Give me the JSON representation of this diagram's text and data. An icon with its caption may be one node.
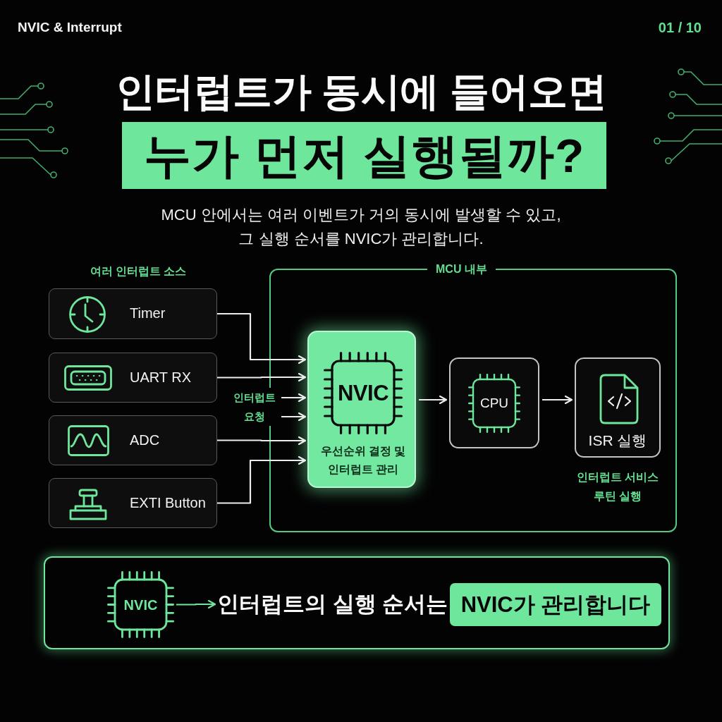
{
  "diagram": {
    "title": "인터럽트가 동시에 들어오면",
    "nodes": [
      {
        "text": [
          "Timer"
        ]
      },
      {
        "text": [
          "UART RX"
        ]
      },
      {
        "text": [
          "인터럽트 요청"
        ]
      },
      {
        "text": [
          "ADC"
        ]
      },
      {
        "text": [
          "EXTI Button"
        ]
      },
      {
        "text": [
          "MCU 내부"
        ]
      },
      {
        "text": [
          "NVIC",
          "우선순위 결정 및 인터럽트 관리"
        ],
        "in": 5
      },
      {
        "text": [
          "CPU"
        ],
        "in": 5
      },
      {
        "text": [
          "ISR 실행"
        ],
        "in": 5,
        "beside": [
          "인터럽트 서비스 루틴 실행"
        ]
      },
      {
        "text": [],
        "shape": "box"
      },
      {
        "text": [
          "NVIC"
        ],
        "in": 9
      },
      {
        "text": [
          "인터럽트의 실행 순서는"
        ],
        "in": 9
      },
      {
        "text": [
          "NVIC가 관리합니다"
        ],
        "in": 9
      }
    ],
    "edges": [
      {
        "from": 0,
        "to": 6,
        "arrow": "to"
      },
      {
        "from": 1,
        "to": 6,
        "arrow": "to"
      },
      {
        "from": 2,
        "to": 6,
        "arrow": "to"
      },
      {
        "from": 2,
        "to": 6,
        "arrow": "to"
      },
      {
        "from": 3,
        "to": 6,
        "arrow": "to"
      },
      {
        "from": 4,
        "to": 6,
        "arrow": "to"
      },
      {
        "from": 6,
        "to": 7,
        "arrow": "to"
      },
      {
        "from": 7,
        "to": 8,
        "arrow": "to"
      },
      {
        "from": 10,
        "to": 11,
        "arrow": "to",
        "color": "#6ee69c"
      }
    ],
    "labels": [
      "NVIC & Interrupt",
      "01 / 10",
      "누가 먼저 실행될까?",
      "MCU 안에서는 여러 이벤트가 거의 동시에 발생할 수 있고, 그 실행 순서를 NVIC가 관리합니다.",
      "여러 인터럽트 소스"
    ]
  }
}
